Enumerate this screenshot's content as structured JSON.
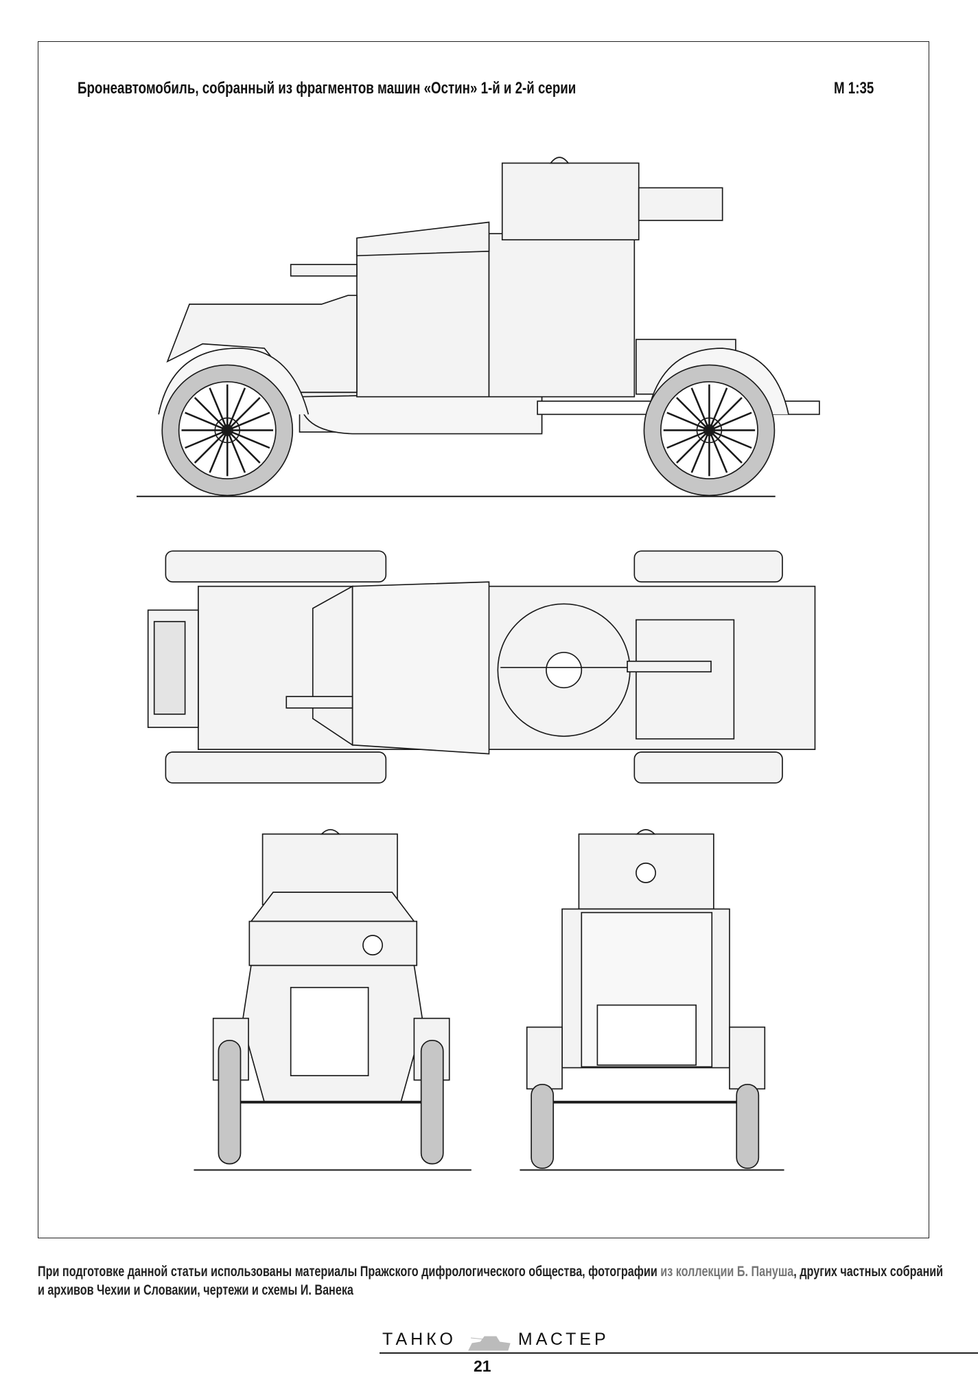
{
  "header": {
    "title": "Бронеавтомобиль, собранный из фрагментов машин «Остин» 1-й и 2-й серии",
    "scale": "М 1:35"
  },
  "credits": {
    "part1": "При подготовке данной статьи использованы материалы Пражского дифрологического общества, фотографии ",
    "part2": "из коллекции Б. Пануша",
    "part3": ", других частных собраний и архивов Чехии и Словакии, чертежи и схемы И. Ванека"
  },
  "footer": {
    "magazine_left": "ТАНКО",
    "magazine_right": "МАСТЕР",
    "page_number": "21"
  },
  "colors": {
    "tire": "#c6c6c6",
    "body": "#f3f3f3",
    "line": "#1a1a1a"
  }
}
